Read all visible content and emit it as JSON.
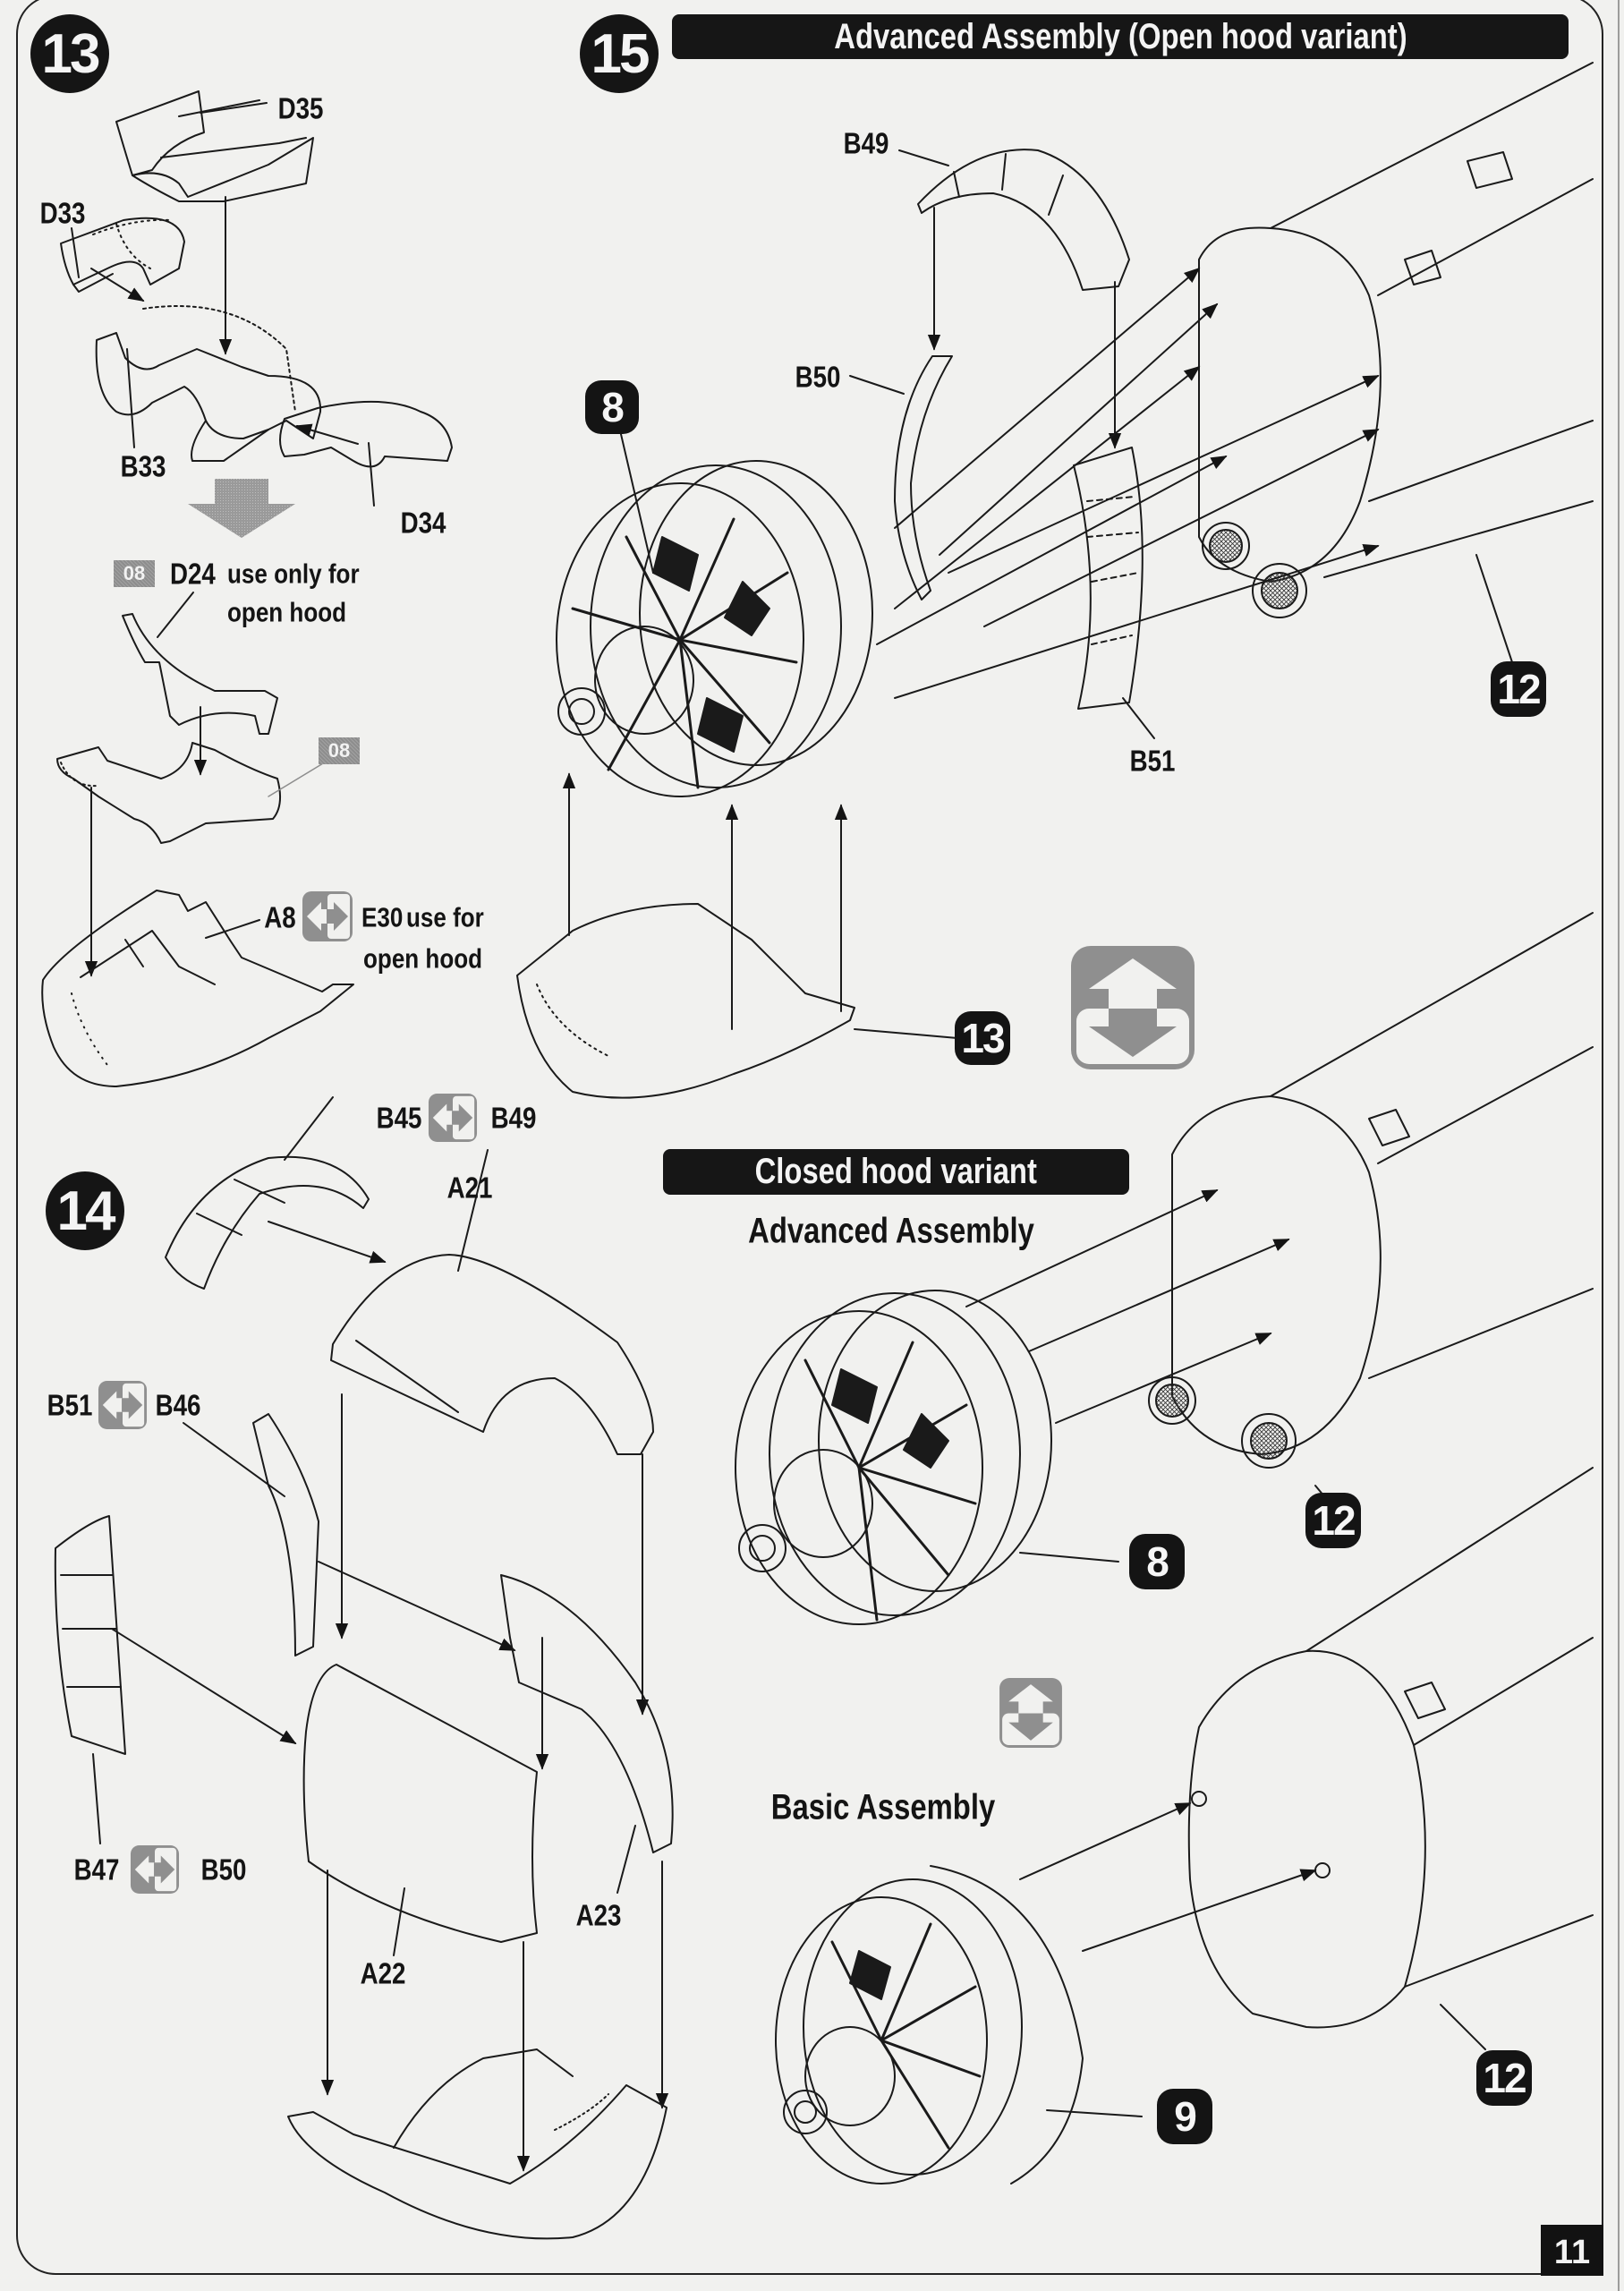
{
  "page": {
    "page_number": "11",
    "background_color": "#f1f1ef",
    "ink_color": "#141414",
    "accent_gray": "#8d8d8d"
  },
  "step13": {
    "number": "13",
    "parts": {
      "d35": "D35",
      "d33": "D33",
      "b33": "B33",
      "d34": "D34",
      "d24": "D24",
      "a8": "A8",
      "e30": "E30"
    },
    "decal_badge_1": "08",
    "decal_badge_2": "08",
    "d24_note_line1": "use  only for",
    "d24_note_line2": "open hood",
    "e30_note_line1": "use  for",
    "e30_note_line2": "open hood",
    "icons": [
      "gray-down-arrow-icon",
      "swap-left-right-icon"
    ]
  },
  "step14": {
    "number": "14",
    "swaps": [
      {
        "from": "B45",
        "to": "B49"
      },
      {
        "from": "B51",
        "to": "B46"
      },
      {
        "from": "B47",
        "to": "B50"
      }
    ],
    "parts": {
      "a21": "A21",
      "a22": "A22",
      "a23": "A23"
    }
  },
  "step15": {
    "number": "15",
    "header": "Advanced Assembly  (Open hood variant)",
    "parts": {
      "b49": "B49",
      "b50": "B50",
      "b51": "B51"
    },
    "refs": {
      "engine": "8",
      "fuselage": "12",
      "cowling": "13"
    },
    "closed_hood": {
      "header": "Closed hood variant",
      "advanced_title": "Advanced Assembly",
      "advanced_refs": {
        "engine": "8",
        "fuselage": "12"
      },
      "basic_title": "Basic Assembly",
      "basic_refs": {
        "engine": "9",
        "fuselage": "12"
      }
    },
    "icons": [
      "swap-up-down-icon",
      "swap-up-down-icon-small"
    ]
  }
}
